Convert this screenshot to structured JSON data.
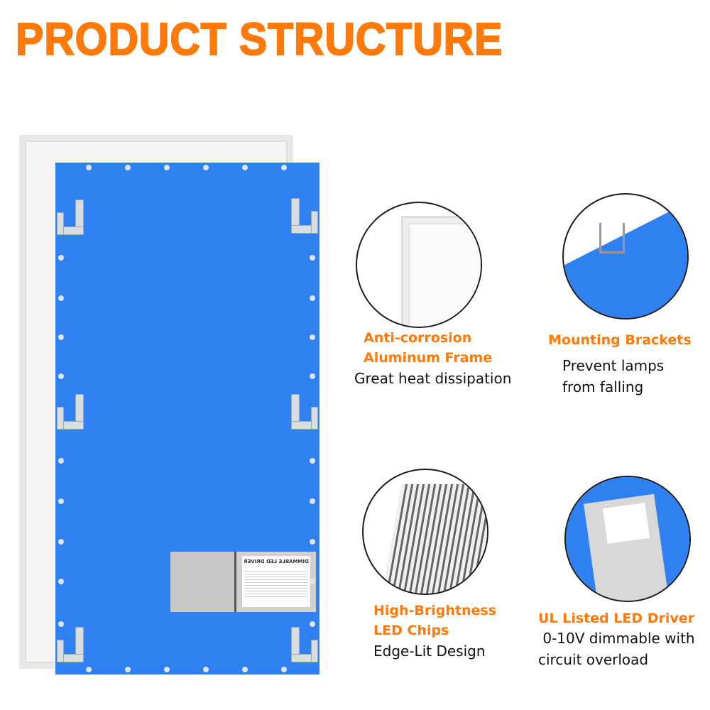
{
  "title": "PRODUCT STRUCTURE",
  "colors": {
    "accent": "#ff7a0a",
    "panel_blue": "#2f80f0"
  },
  "driver_label": {
    "heading": "DIMMABLE LED DRIVER"
  },
  "features": [
    {
      "title_lines": [
        "Anti-corrosion",
        "Aluminum Frame"
      ],
      "desc_lines": [
        "Great heat dissipation"
      ]
    },
    {
      "title_lines": [
        "Mounting Brackets"
      ],
      "desc_lines": [
        "Prevent lamps",
        "from falling"
      ]
    },
    {
      "title_lines": [
        "High-Brightness",
        "LED Chips"
      ],
      "desc_lines": [
        "Edge-Lit Design"
      ]
    },
    {
      "title_lines": [
        "UL Listed LED Driver"
      ],
      "desc_lines": [
        " 0-10V dimmable with",
        "circuit overload"
      ]
    }
  ]
}
